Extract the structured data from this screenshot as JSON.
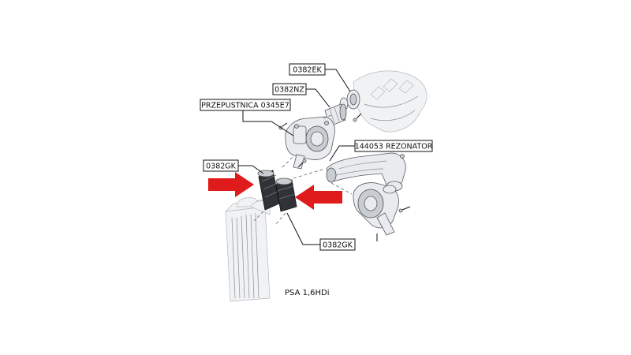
{
  "labels": {
    "ref_0382EK": "0382EK",
    "ref_0382NZ": "0382NZ",
    "throttle": "PRZEPUSTNICA 0345E7",
    "resonator": "144053 REZONATOR",
    "ref_0382GK_left": "0382GK",
    "ref_0382GK_right": "0382GK"
  },
  "caption": "PSA 1,6HDi",
  "colors": {
    "arrow": "#e01b1b",
    "line": "#111111",
    "part_fill": "#e9ebee"
  },
  "icons": {
    "left_arrow": "right-pointing-arrow",
    "right_arrow": "left-pointing-arrow"
  }
}
